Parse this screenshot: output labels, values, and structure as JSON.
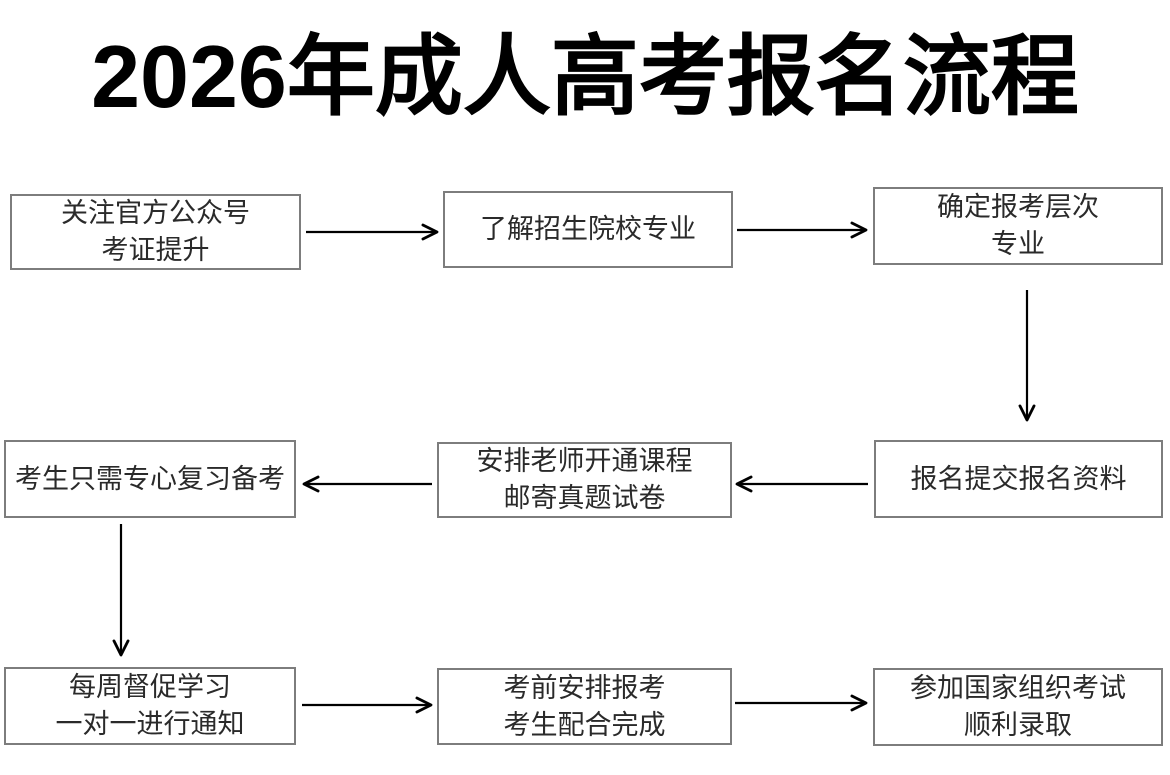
{
  "title": "2026年成人高考报名流程",
  "steps": [
    {
      "lines": [
        "关注官方公众号",
        "考证提升"
      ]
    },
    {
      "lines": [
        "了解招生院校专业"
      ]
    },
    {
      "lines": [
        "确定报考层次",
        "专业"
      ]
    },
    {
      "lines": [
        "报名提交报名资料"
      ]
    },
    {
      "lines": [
        "安排老师开通课程",
        "邮寄真题试卷"
      ]
    },
    {
      "lines": [
        "考生只需专心复习备考"
      ]
    },
    {
      "lines": [
        "每周督促学习",
        "一对一进行通知"
      ]
    },
    {
      "lines": [
        "考前安排报考",
        "考生配合完成"
      ]
    },
    {
      "lines": [
        "参加国家组织考试",
        "顺利录取"
      ]
    }
  ],
  "colors": {
    "background": "#ffffff",
    "title_text": "#000000",
    "box_border": "#7d7d7d",
    "box_fill": "#ffffff",
    "box_text": "#2a2a2a",
    "arrow": "#000000"
  }
}
